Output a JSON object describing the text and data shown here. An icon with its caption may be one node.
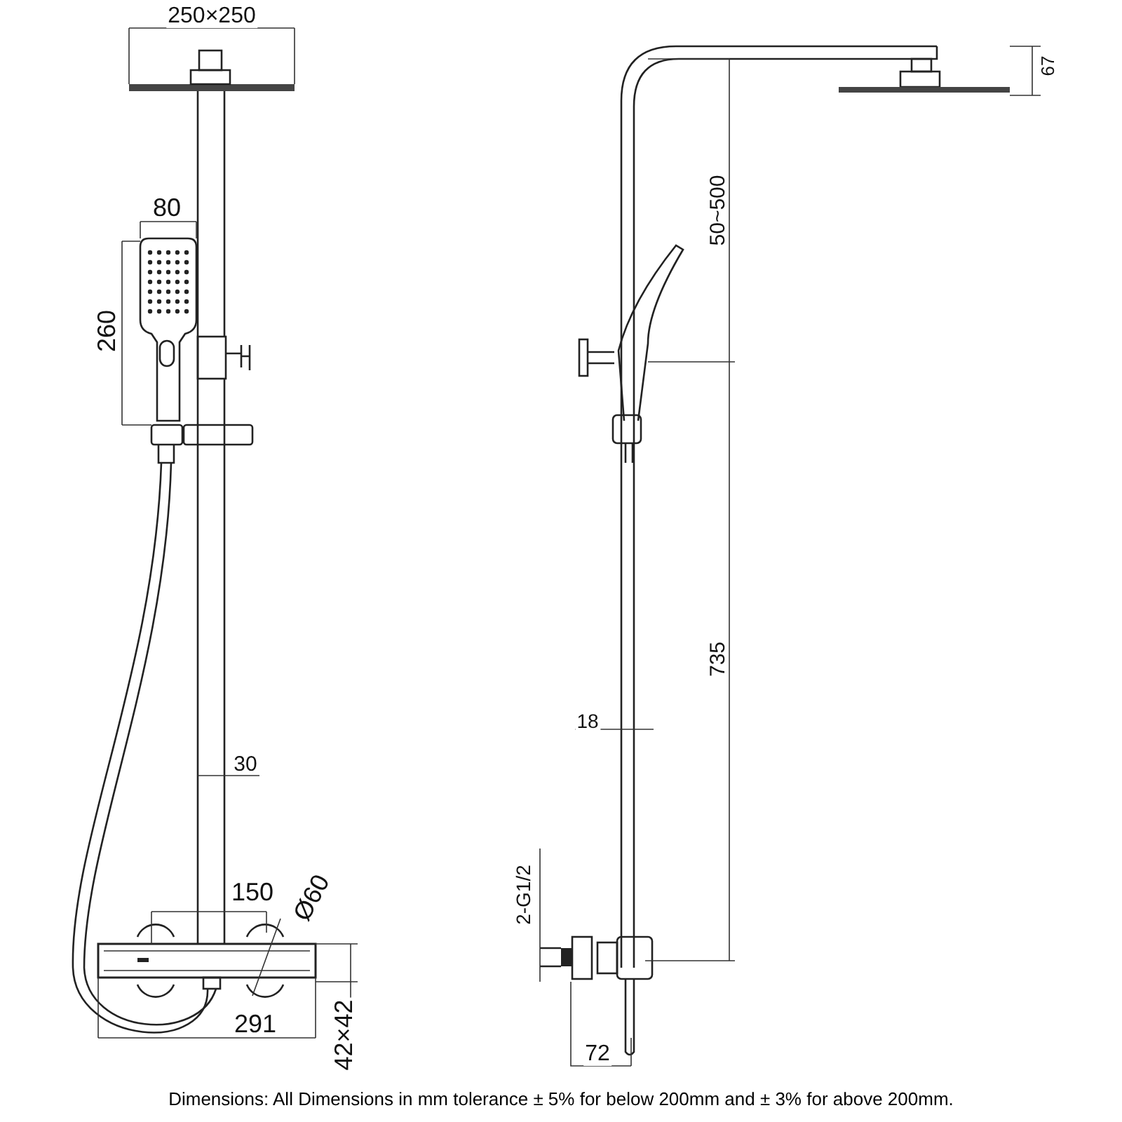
{
  "diagram": {
    "caption": "Dimensions: All Dimensions in mm tolerance ± 5% for below 200mm and ± 3% for above 200mm.",
    "labels": [
      "250×250",
      "67",
      "80",
      "50~500",
      "260",
      "735",
      "30",
      "18",
      "150",
      "Ø60",
      "2-G1/2",
      "291",
      "42×42",
      "72"
    ]
  }
}
